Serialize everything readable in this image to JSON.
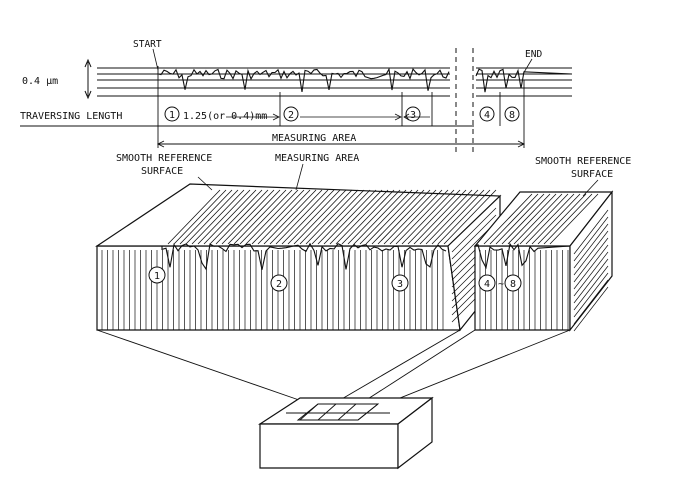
{
  "top_profile": {
    "start_label": "START",
    "end_label": "END",
    "amplitude_label": "0.4 μm",
    "traversing_label": "TRAVERSING LENGTH",
    "cutoff_label": "1.25(or 0.4)mm",
    "measuring_area_label": "MEASURING AREA",
    "markers": [
      "1",
      "2",
      "3",
      "4",
      "8"
    ]
  },
  "block": {
    "left_surface_label_line1": "SMOOTH REFERENCE",
    "left_surface_label_line2": "SURFACE",
    "measuring_area_label": "MEASURING AREA",
    "right_surface_label_line1": "SMOOTH REFERENCE",
    "right_surface_label_line2": "SURFACE",
    "markers": [
      "1",
      "2",
      "3",
      "4",
      "8"
    ],
    "range_separator": "~"
  }
}
